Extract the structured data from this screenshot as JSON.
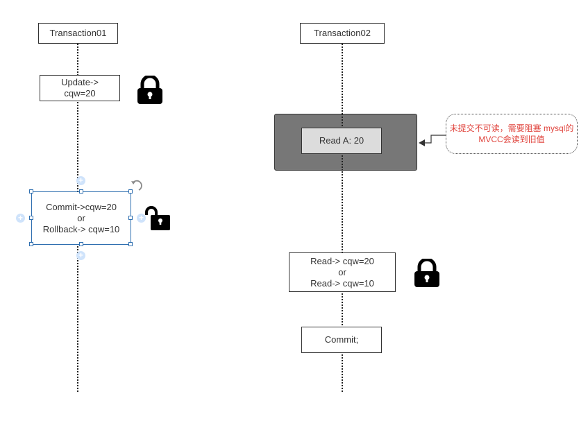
{
  "transactions": [
    {
      "label": "Transaction01"
    },
    {
      "label": "Transaction02"
    }
  ],
  "t1": {
    "update": "Update->\ncqw=20",
    "commit_or_rollback": "Commit->cqw=20\nor\nRollback-> cqw=10"
  },
  "t2": {
    "read_a": "Read A:  20",
    "read_result": "Read-> cqw=20\nor\nRead-> cqw=10",
    "commit": "Commit;"
  },
  "note": {
    "text": "未提交不可读，需要阻塞\nmysql的MVCC会读到旧值"
  },
  "icons": {
    "locked": "lock-icon",
    "unlocked": "unlock-icon",
    "rotate": "rotate-icon",
    "connection_point": "plus-icon"
  },
  "colors": {
    "border": "#333333",
    "highlight_group": "#777777",
    "note_text": "#e0433c",
    "selection": "#2f6fb0"
  }
}
